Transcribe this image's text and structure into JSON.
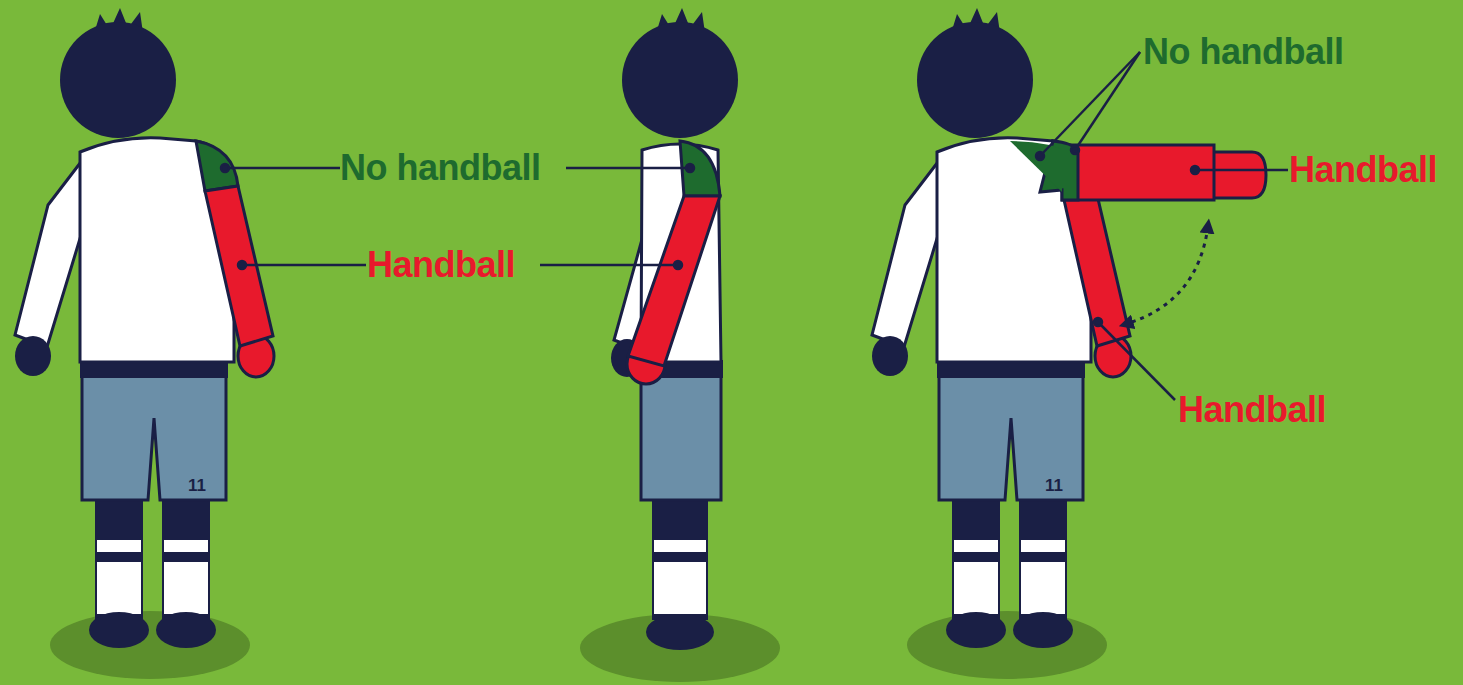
{
  "diagram": {
    "labels": [
      "No handball",
      "Handball",
      "No handball",
      "Handball",
      "Handball",
      "11",
      "11"
    ]
  }
}
